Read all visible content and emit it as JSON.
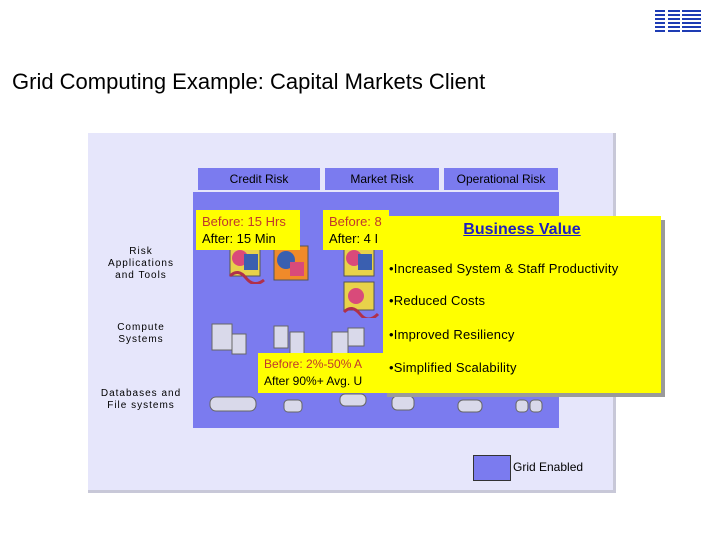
{
  "header": {
    "title": "Grid Computing Example: Capital Markets Client",
    "logo": "IBM"
  },
  "columns": [
    "Credit Risk",
    "Market Risk",
    "Operational Risk"
  ],
  "row_labels": {
    "risk_apps": [
      "Risk",
      "Applications",
      "and Tools"
    ],
    "compute": [
      "Compute",
      "Systems"
    ],
    "databases": [
      "Databases and",
      "File systems"
    ]
  },
  "callouts": {
    "credit": {
      "line1": "Before: 15 Hrs",
      "line2": "After: 15 Min"
    },
    "market": {
      "line1": "Before: 8",
      "line2": "After: 4 I"
    },
    "utilization": {
      "line1": "Before: 2%-50% A",
      "line2": "After 90%+ Avg. U"
    }
  },
  "business_value": {
    "title": "Business Value",
    "items": [
      "•Increased System & Staff Productivity",
      "•Reduced Costs",
      "•Improved Resiliency",
      "•Simplified Scalability"
    ]
  },
  "legend": {
    "label": "Grid Enabled"
  },
  "colors": {
    "grid": "#7b7bef",
    "panel": "#e6e6fb",
    "callout": "#ffff00",
    "callout_text": "#c0392b",
    "bv_title": "#1e1ebe"
  }
}
